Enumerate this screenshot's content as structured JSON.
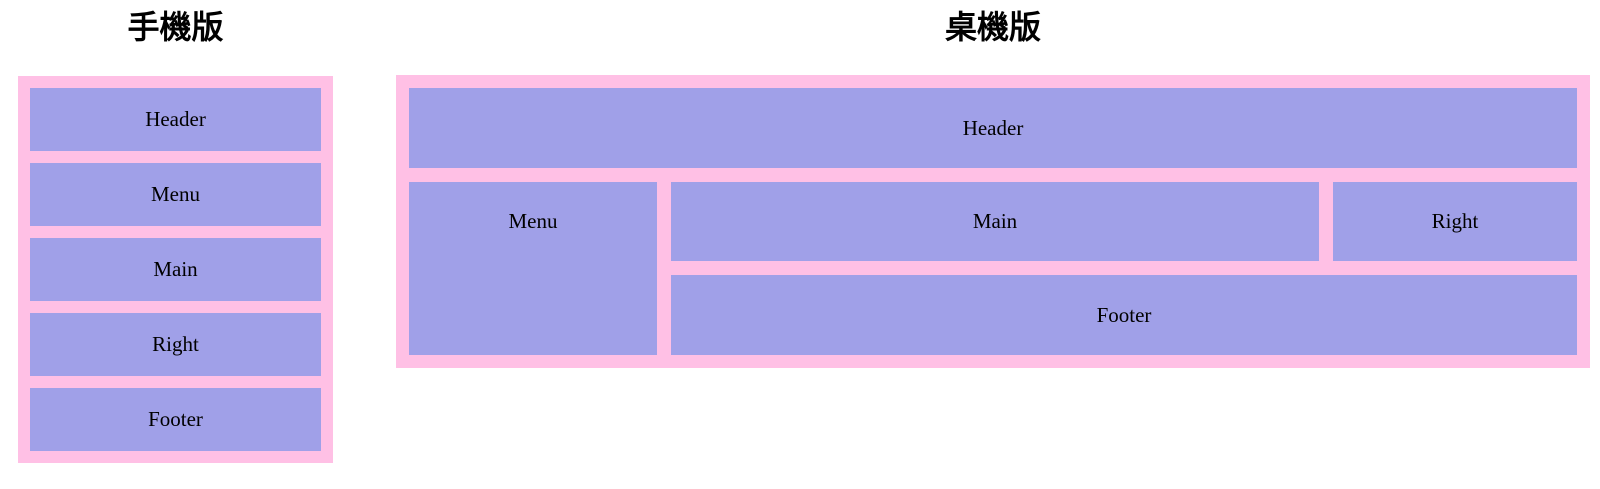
{
  "colors": {
    "panel-pink": "#ffc0e5",
    "box-purple": "#a0a0e8",
    "label-text": "#000000",
    "title-text": "#000000"
  },
  "mobile": {
    "title": "手機版",
    "sections": [
      "Header",
      "Menu",
      "Main",
      "Right",
      "Footer"
    ]
  },
  "desktop": {
    "title": "桌機版",
    "sections": {
      "header": "Header",
      "menu": "Menu",
      "main": "Main",
      "right": "Right",
      "footer": "Footer"
    }
  }
}
